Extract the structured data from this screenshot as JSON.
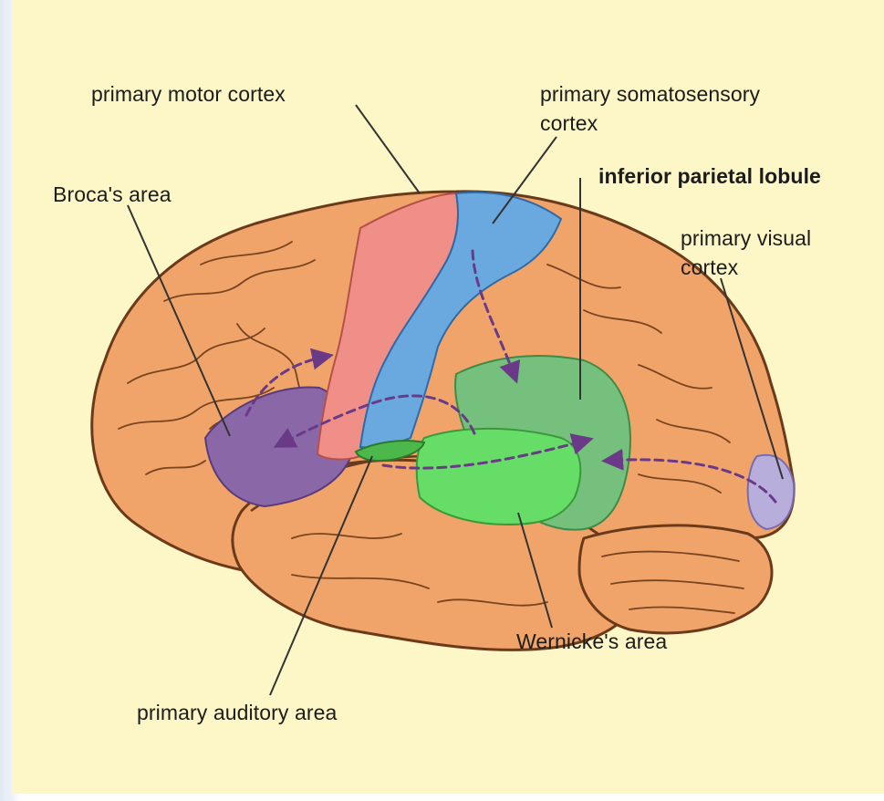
{
  "labels": {
    "primary_motor_cortex": "primary motor cortex",
    "primary_somatosensory_cortex_line1": "primary somatosensory",
    "primary_somatosensory_cortex_line2": "cortex",
    "brocas_area": "Broca's area",
    "inferior_parietal_lobule": "inferior parietal lobule",
    "primary_visual_cortex_line1": "primary visual",
    "primary_visual_cortex_line2": "cortex",
    "wernickes_area": "Wernicke's area",
    "primary_auditory_area": "primary auditory area"
  },
  "region_colors": {
    "brain": "#f0a46a",
    "brain_outline": "#6b3a1a",
    "motor_cortex": "#ef8f88",
    "somatosensory_cortex": "#6aa9e0",
    "brocas_area": "#8a68a8",
    "inferior_parietal_lobule": "#74c07c",
    "wernickes_area": "#66dd66",
    "auditory_area": "#4cb84c",
    "visual_cortex": "#b8aedc",
    "pathway_arrows": "#6a3a88",
    "background": "#fdf6c6"
  }
}
